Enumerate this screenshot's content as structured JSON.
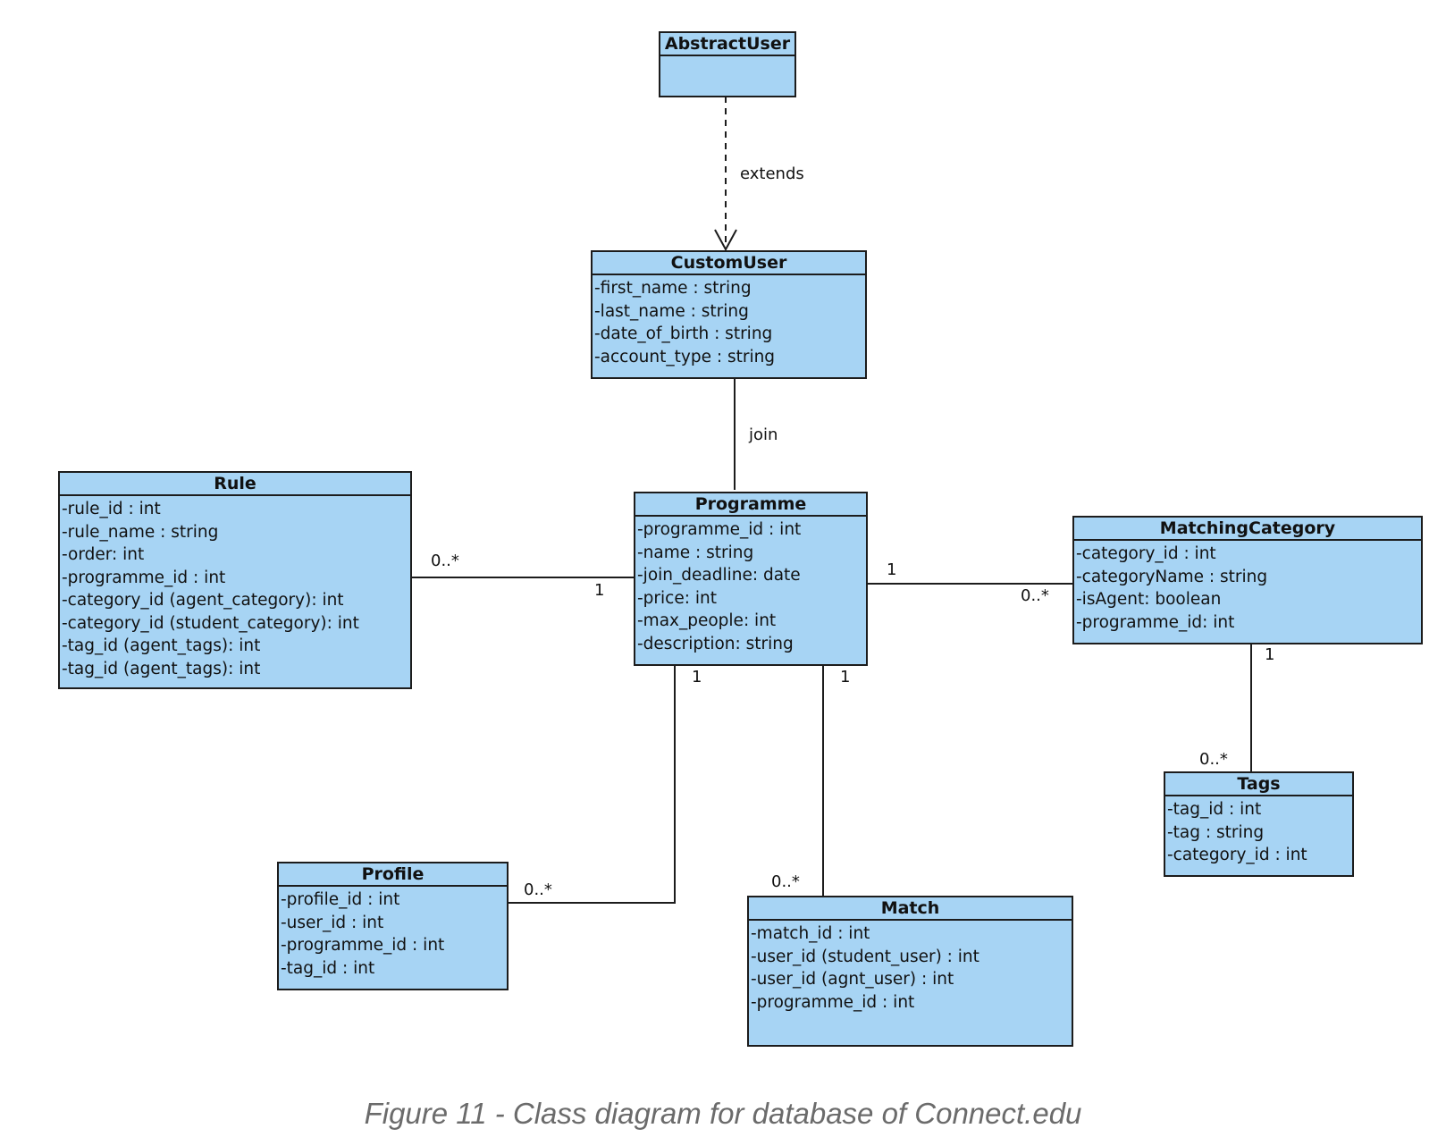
{
  "classes": {
    "abstract_user": {
      "name": "AbstractUser",
      "attributes": []
    },
    "custom_user": {
      "name": "CustomUser",
      "attributes": [
        "-first_name : string",
        "-last_name : string",
        "-date_of_birth : string",
        "-account_type : string"
      ]
    },
    "rule": {
      "name": "Rule",
      "attributes": [
        "-rule_id : int",
        "-rule_name : string",
        "-order: int",
        "-programme_id : int",
        "-category_id (agent_category): int",
        "-category_id (student_category): int",
        "-tag_id (agent_tags): int",
        "-tag_id (agent_tags): int"
      ]
    },
    "programme": {
      "name": "Programme",
      "attributes": [
        "-programme_id : int",
        "-name : string",
        "-join_deadline: date",
        "-price: int",
        "-max_people: int",
        "-description: string"
      ]
    },
    "matching_category": {
      "name": "MatchingCategory",
      "attributes": [
        "-category_id : int",
        "-categoryName : string",
        "-isAgent: boolean",
        "-programme_id: int"
      ]
    },
    "tags": {
      "name": "Tags",
      "attributes": [
        "-tag_id : int",
        "-tag : string",
        "-category_id : int"
      ]
    },
    "profile": {
      "name": "Profile",
      "attributes": [
        "-profile_id : int",
        "-user_id : int",
        "-programme_id : int",
        "-tag_id : int"
      ]
    },
    "match": {
      "name": "Match",
      "attributes": [
        "-match_id : int",
        "-user_id (student_user) : int",
        "-user_id (agnt_user) : int",
        "-programme_id : int"
      ]
    }
  },
  "relations": {
    "extends": {
      "label": "extends"
    },
    "join": {
      "label": "join"
    },
    "rule_programme": {
      "rule_end": "0..*",
      "programme_end": "1"
    },
    "programme_category": {
      "programme_end": "1",
      "category_end": "0..*"
    },
    "category_tags": {
      "category_end": "1",
      "tags_end": "0..*"
    },
    "programme_profile": {
      "programme_end": "1",
      "profile_end": "0..*"
    },
    "programme_match": {
      "programme_end": "1",
      "match_end": "0..*"
    }
  },
  "caption": "Figure 11 - Class diagram for database of Connect.edu",
  "colors": {
    "class_fill": "#a7d4f4",
    "border": "#1c1c1c",
    "caption": "#6b6b6b"
  }
}
